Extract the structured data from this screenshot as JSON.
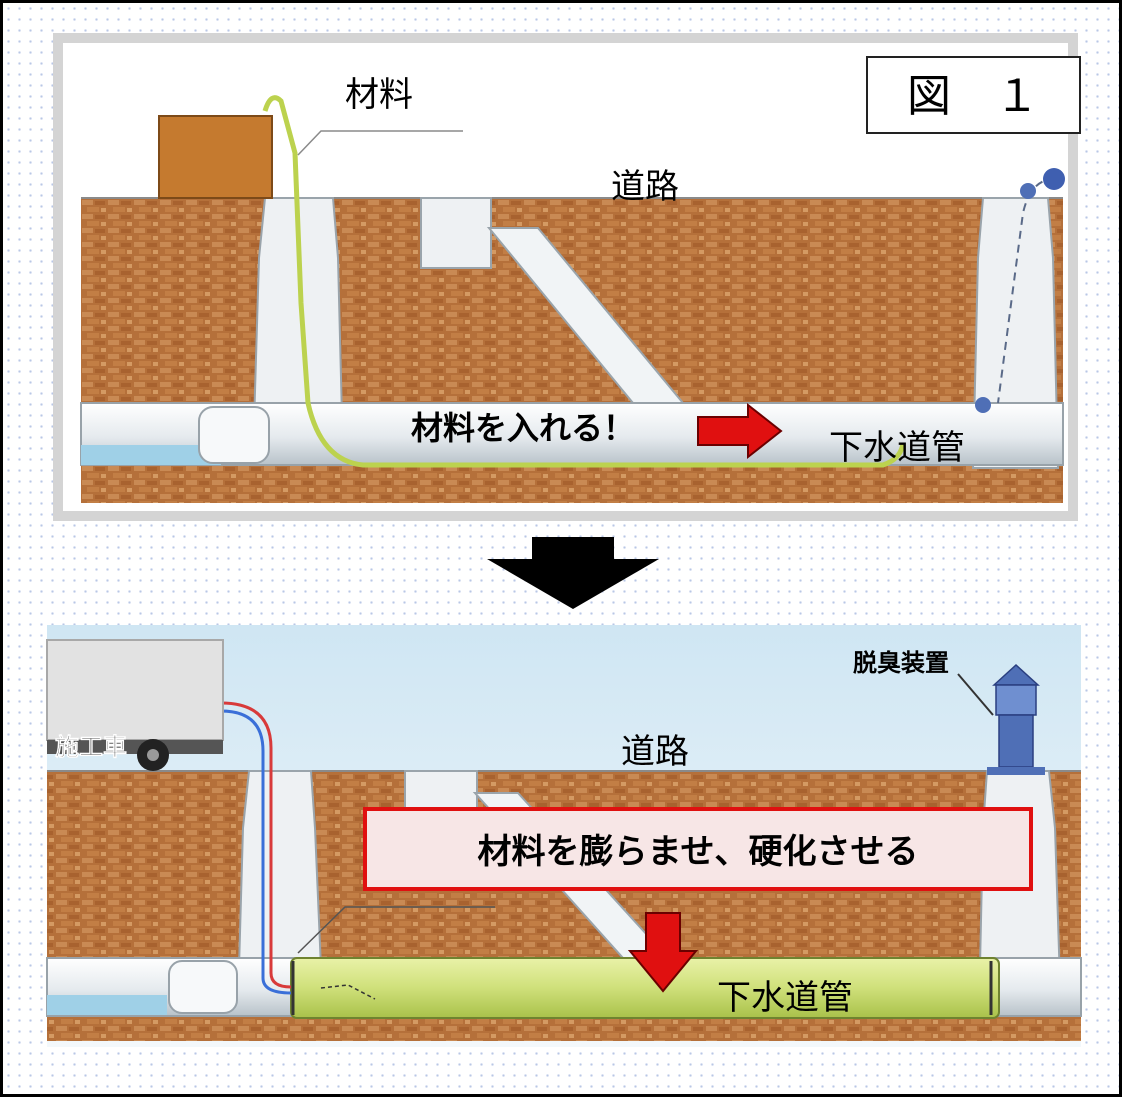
{
  "panel_top": {
    "figure_label": "図　１",
    "material_label": "材料",
    "road_label": "道路",
    "action_label": "材料を入れる！",
    "pipe_label": "下水道管"
  },
  "panel_bottom": {
    "truck_label": "施工車",
    "deodorizer_label": "脱臭装置",
    "road_label": "道路",
    "action_label": "材料を膨らませ、硬化させる",
    "pipe_label": "下水道管"
  },
  "colors": {
    "soil": "#b5703a",
    "material_green": "#cfe07a",
    "arrow_red": "#e01010",
    "box_border_red": "#e01010",
    "deodorizer_blue": "#4f6fb6"
  }
}
